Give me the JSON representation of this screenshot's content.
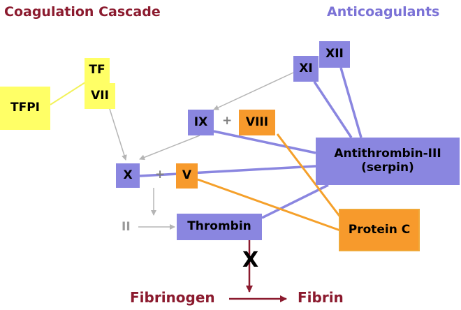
{
  "titles": {
    "left": "Coagulation Cascade",
    "right": "Anticoagulants"
  },
  "factors": {
    "tf": "TF",
    "vii": "VII",
    "tfpi": "TFPI",
    "ix": "IX",
    "viii": "VIII",
    "x": "X",
    "v": "V",
    "xi": "XI",
    "xii": "XII",
    "ii": "II",
    "thrombin": "Thrombin",
    "fibrinogen": "Fibrinogen",
    "fibrin": "Fibrin"
  },
  "operators": {
    "plus_ix_viii": "+",
    "plus_x_v": "+",
    "block": "X"
  },
  "anticoagulants": {
    "antithrombin_line1": "Antithrombin-III",
    "antithrombin_line2": "(serpin)",
    "protein_c": "Protein C"
  },
  "colors": {
    "title": "#8b1a2e",
    "anticoag_title": "#7b72d6",
    "purple_box": "#8a86e0",
    "orange_box": "#f79a2c",
    "yellow_box": "#ffff66",
    "gray_arrow": "#b5b5b5",
    "purple_line": "#8a86e0",
    "orange_line": "#f5a02a",
    "yellow_line": "#f2f25a",
    "fibrin_arrow": "#8b1a2e"
  }
}
